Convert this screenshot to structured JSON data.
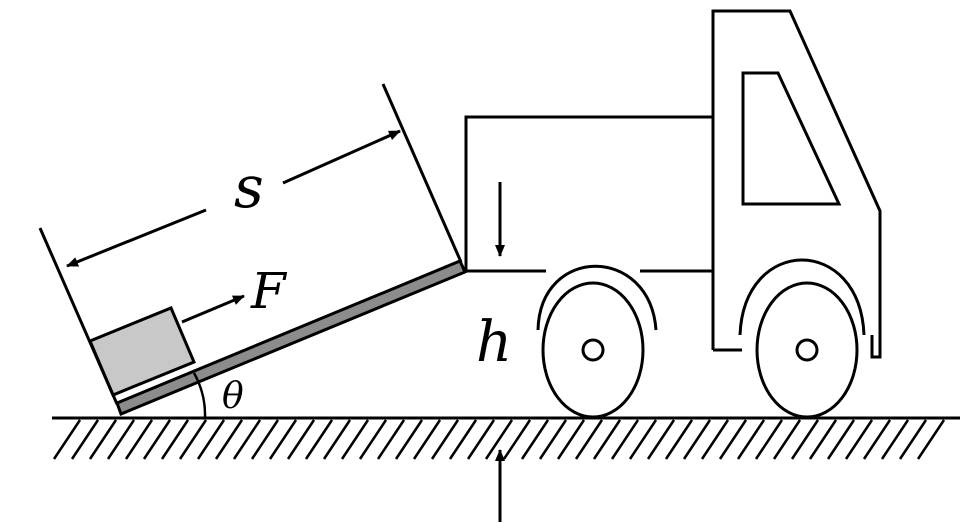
{
  "labels": {
    "distance": "s",
    "force": "F",
    "height": "h",
    "angle": "θ"
  },
  "colors": {
    "stroke": "#000000",
    "ramp_fill": "#8c8c8c",
    "box_fill": "#c8c8c8",
    "background": "#ffffff"
  }
}
